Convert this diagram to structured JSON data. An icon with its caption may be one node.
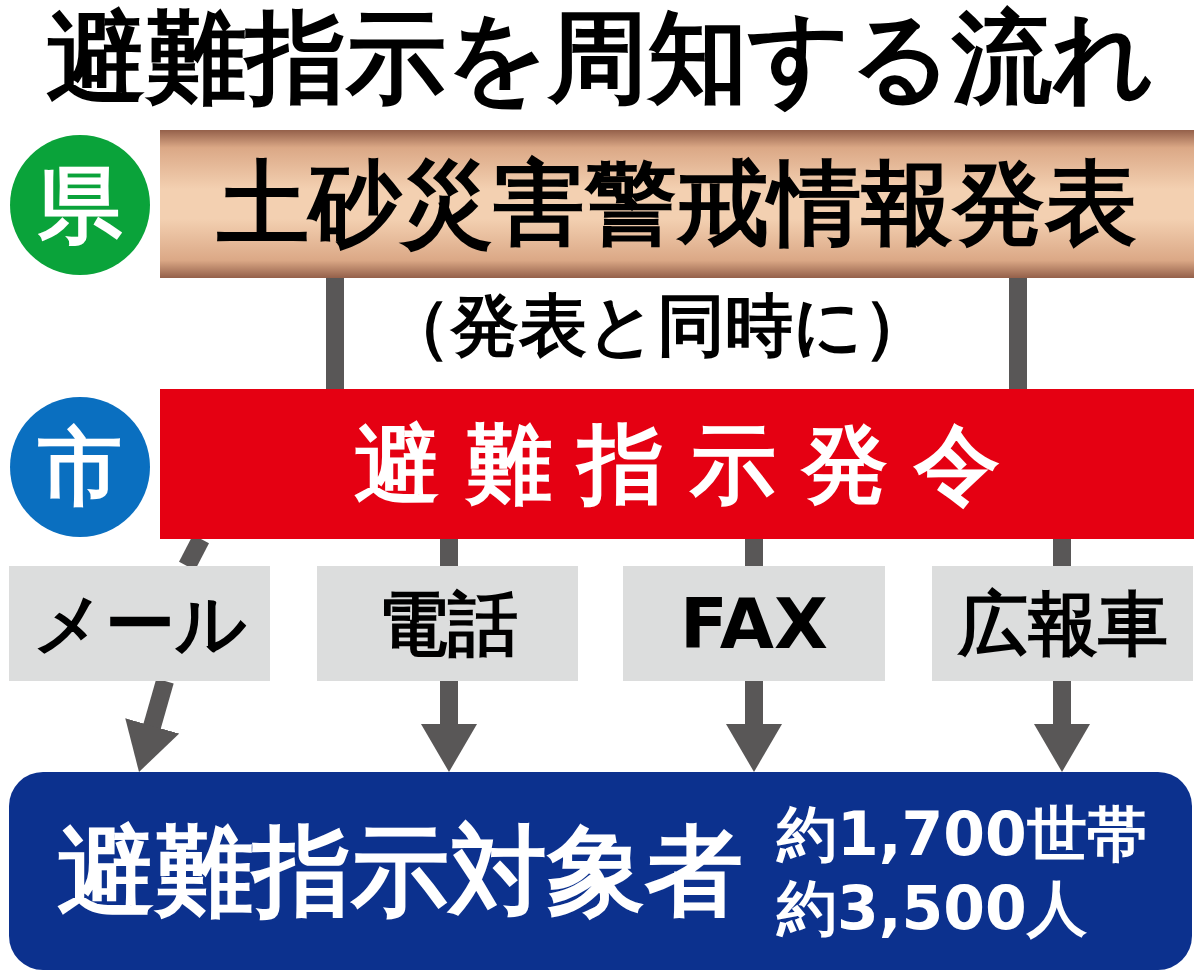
{
  "diagram": {
    "title": "避難指示を周知する流れ",
    "nodes": [
      {
        "text": [
          "県"
        ]
      },
      {
        "text": [
          "土砂災害警戒情報発表"
        ]
      },
      {
        "text": [
          "市"
        ]
      },
      {
        "text": [
          "避難指示発令"
        ]
      },
      {
        "text": [
          "メール"
        ]
      },
      {
        "text": [
          "電話"
        ]
      },
      {
        "text": [
          "FAX"
        ]
      },
      {
        "text": [
          "広報車"
        ]
      },
      {
        "text": [
          "避難指示対象者",
          "約1,700世帯",
          "約3,500人"
        ]
      }
    ],
    "edges": [
      {
        "from": 1,
        "to": 3,
        "arrow": "none"
      },
      {
        "from": 1,
        "to": 3,
        "arrow": "none"
      },
      {
        "from": 3,
        "to": 4,
        "arrow": "none"
      },
      {
        "from": 4,
        "to": 8,
        "arrow": "to"
      },
      {
        "from": 3,
        "to": 5,
        "arrow": "none"
      },
      {
        "from": 5,
        "to": 8,
        "arrow": "to"
      },
      {
        "from": 3,
        "to": 6,
        "arrow": "none"
      },
      {
        "from": 6,
        "to": 8,
        "arrow": "to"
      },
      {
        "from": 3,
        "to": 7,
        "arrow": "none"
      },
      {
        "from": 7,
        "to": 8,
        "arrow": "to"
      }
    ],
    "labels": [
      "（発表と同時に）"
    ]
  }
}
